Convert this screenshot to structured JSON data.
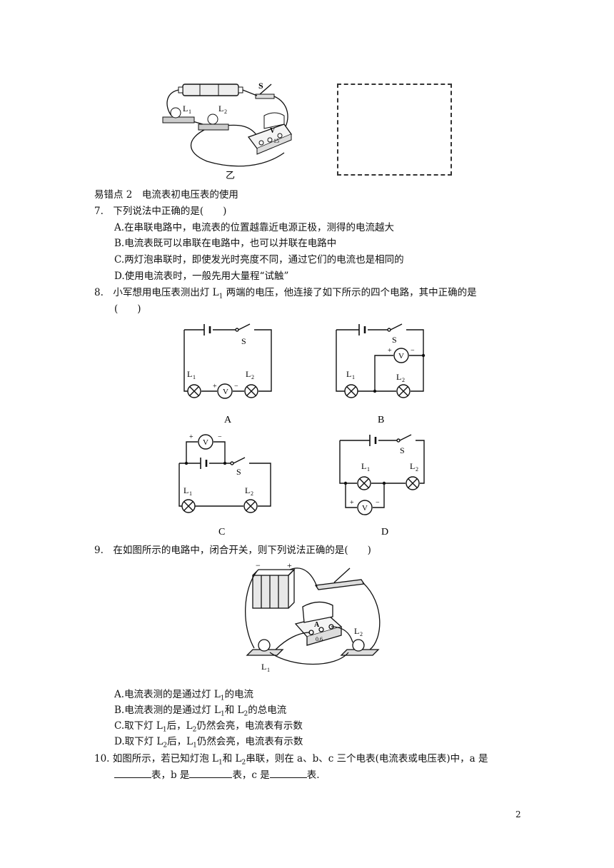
{
  "diagram_yi": {
    "label": "乙",
    "s_label": "S",
    "l1_label": "L",
    "l1_sub": "1",
    "l2_label": "L",
    "l2_sub": "2",
    "meter_letter": "V",
    "meter_scale": "15"
  },
  "section": {
    "title": "易错点 2　电流表初电压表的使用"
  },
  "q7": {
    "stem": "7.　下列说法中正确的是(　　)",
    "options": [
      "A.在串联电路中，电流表的位置越靠近电源正极，测得的电流越大",
      "B.电流表既可以串联在电路中，也可以并联在电路中",
      "C.两灯泡串联时，即使发光时亮度不同，通过它们的电流也是相同的",
      "D.使用电流表时，一般先用大量程“试触”"
    ]
  },
  "q8": {
    "stem_line1_a": "8.　小军想用电压表测出灯 L",
    "stem_line1_sub": "1",
    "stem_line1_b": " 两端的电压，他连接了如下所示的四个电路，其中正确的是",
    "stem_line2": "(　　)",
    "circuits": {
      "A": "A",
      "B": "B",
      "C": "C",
      "D": "D",
      "s": "S",
      "l": "L",
      "v": "V",
      "sub1": "1",
      "sub2": "2",
      "plus": "+",
      "minus": "−"
    }
  },
  "q9": {
    "stem": "9.　在如图所示的电路中，闭合开关，则下列说法正确的是(　　)",
    "fig": {
      "ammeter": "A",
      "range": "0.6",
      "l1": "L",
      "l2": "L",
      "sub1": "1",
      "sub2": "2",
      "minus": "−",
      "plus": "+"
    },
    "opt_a_pre": "A.电流表测的是通过灯 L",
    "opt_a_sub": "1",
    "opt_a_post": "的电流",
    "opt_b_pre": "B.电流表测的是通过灯 L",
    "opt_b_sub1": "1",
    "opt_b_mid": "和 L",
    "opt_b_sub2": "2",
    "opt_b_post": "的总电流",
    "opt_c_pre": "C.取下灯 L",
    "opt_c_sub1": "1",
    "opt_c_mid": "后，L",
    "opt_c_sub2": "2",
    "opt_c_post": "仍然会亮，电流表有示数",
    "opt_d_pre": "D.取下灯 L",
    "opt_d_sub1": "2",
    "opt_d_mid": "后，L",
    "opt_d_sub2": "1",
    "opt_d_post": "仍然会亮，电流表有示数"
  },
  "q10": {
    "line1_pre": "10. 如图所示，若已知灯泡 L",
    "line1_sub1": "1",
    "line1_mid": "和 L",
    "line1_sub2": "2",
    "line1_post": "串联，则在 a、b、c 三个电表(电流表或电压表)中，a 是",
    "line2_a": "表，b 是",
    "line2_b": "表，c 是",
    "line2_c": "表."
  },
  "page_number": "2"
}
